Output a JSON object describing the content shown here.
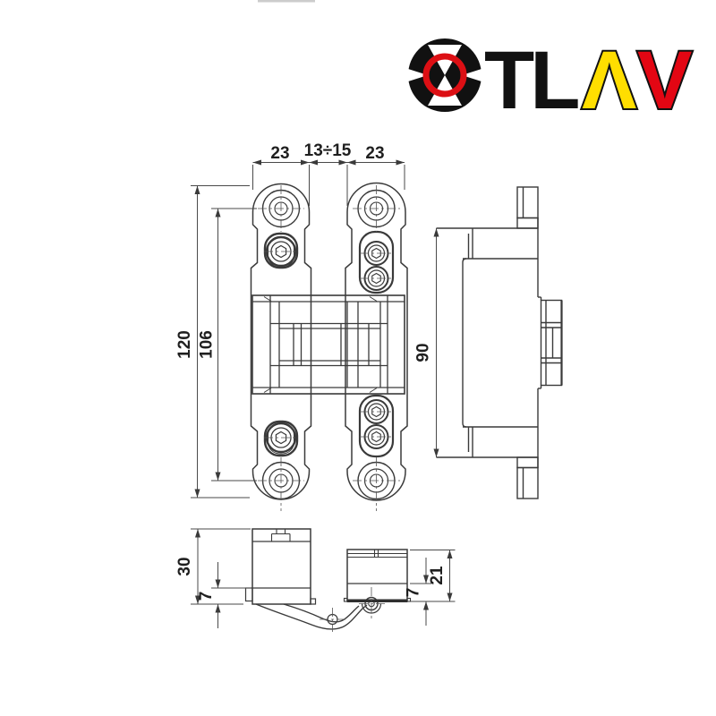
{
  "drawing": {
    "title": "concealed-hinge-technical-drawing",
    "dimensions": {
      "front_top_left": "23",
      "front_top_middle": "13÷15",
      "front_top_right": "23",
      "front_height_outer": "120",
      "front_height_inner": "106",
      "side_height": "90",
      "bottom_left_height": "30",
      "bottom_left_inset": "7",
      "bottom_right_inset": "7",
      "bottom_right_height": "21"
    }
  },
  "logo": {
    "letters_tl": "TL",
    "letter_lambda": "Λ",
    "letter_v": "V",
    "colors": {
      "black": "#111111",
      "yellow": "#ffde00",
      "red": "#e30613",
      "ring_red": "#dc0f14"
    }
  }
}
